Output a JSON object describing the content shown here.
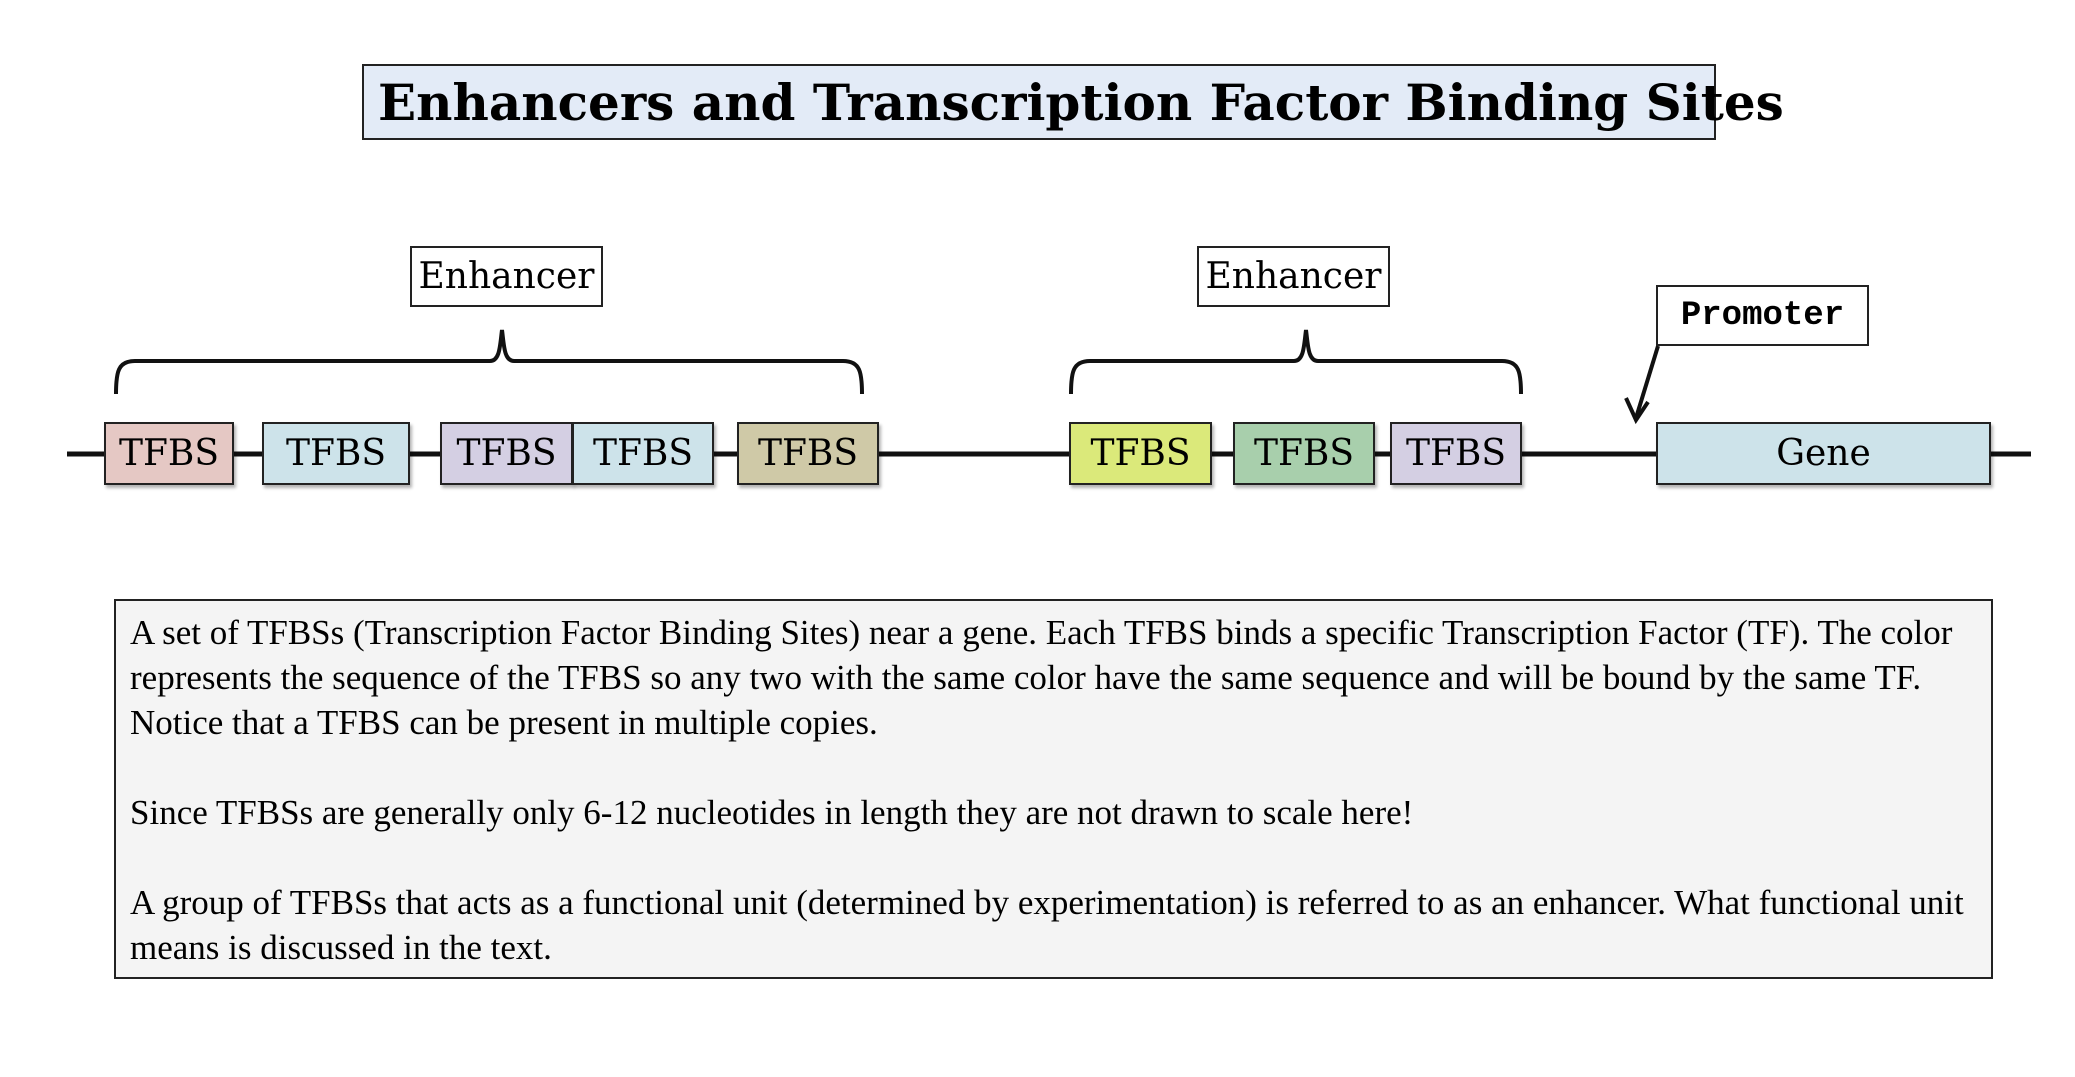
{
  "title": "Enhancers and Transcription Factor Binding Sites",
  "labels": {
    "enhancer1": "Enhancer",
    "enhancer2": "Enhancer",
    "promoter": "Promoter"
  },
  "sites": [
    {
      "label": "TFBS",
      "color": "#e5c8c4"
    },
    {
      "label": "TFBS",
      "color": "#cde3ea"
    },
    {
      "label": "TFBS",
      "color": "#d4cfe3"
    },
    {
      "label": "TFBS",
      "color": "#cde3ea"
    },
    {
      "label": "TFBS",
      "color": "#cfc9a7"
    },
    {
      "label": "TFBS",
      "color": "#dbe97a"
    },
    {
      "label": "TFBS",
      "color": "#a8cfac"
    },
    {
      "label": "TFBS",
      "color": "#d4cfe3"
    }
  ],
  "gene": {
    "label": "Gene",
    "color": "#cde3ea"
  },
  "description": [
    "A set of TFBSs (Transcription Factor Binding Sites) near a gene. Each TFBS binds a specific Transcription Factor (TF). The color represents the sequence of the TFBS so any two with the same color have the same sequence and will be bound by the same TF. Notice that a TFBS can be present in multiple copies.",
    "Since TFBSs are generally only 6-12 nucleotides in length they are not drawn to scale here!",
    "A group of TFBSs that acts as a functional unit (determined by experimentation) is referred to as an enhancer. What functional unit means is discussed in the text."
  ]
}
